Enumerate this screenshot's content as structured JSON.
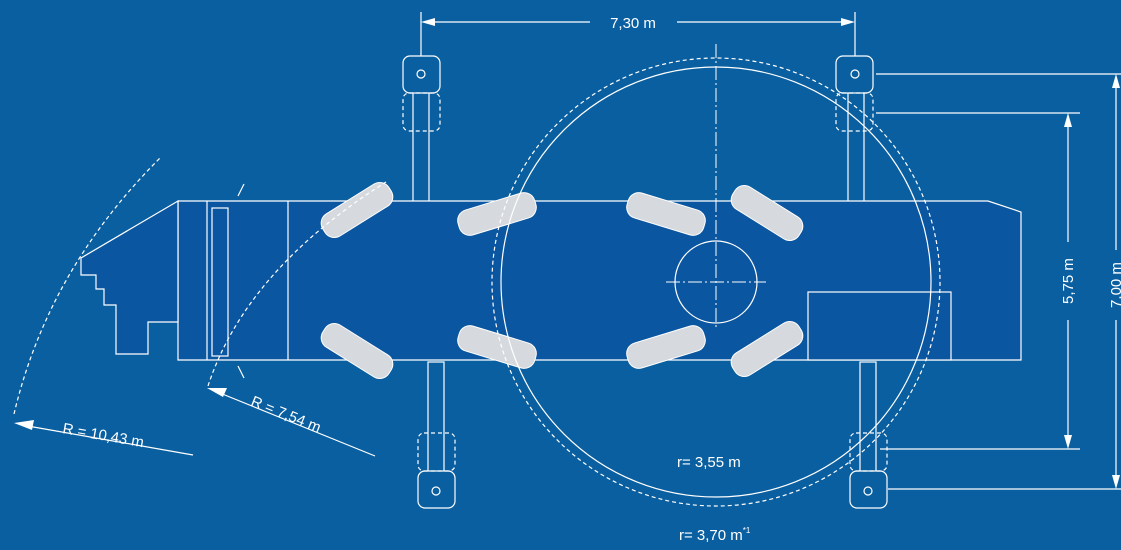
{
  "diagram": {
    "background_color": "#0a5fa0",
    "line_color": "#ffffff",
    "wheel_color": "#d6d9de",
    "dimensions": {
      "outrigger_spacing": "7,30 m",
      "support_width_inner": "5,75 m",
      "support_width_outer": "7,00 m",
      "radius_outer": "R = 10,43 m",
      "radius_inner": "R = 7,54 m",
      "swing_radius_inner": "r= 3,55 m",
      "swing_radius_outer": "r= 3,70 m",
      "swing_radius_outer_note": "*1"
    }
  }
}
